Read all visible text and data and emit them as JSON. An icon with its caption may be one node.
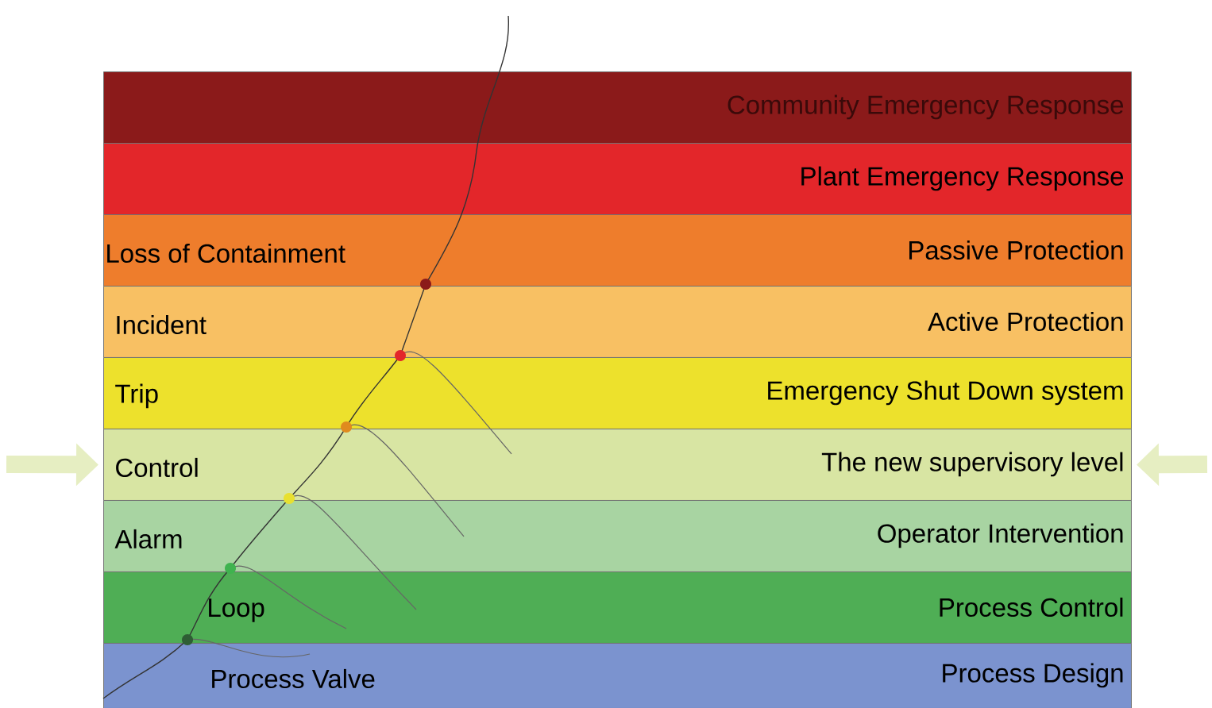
{
  "diagram": {
    "nodes": [
      {
        "text": [
          "Community Emergency Response"
        ]
      },
      {
        "text": [
          "Plant Emergency Response"
        ]
      },
      {
        "text": [
          "Loss of Containment",
          "Passive Protection"
        ]
      },
      {
        "text": [
          "Incident",
          "Active Protection"
        ]
      },
      {
        "text": [
          "Trip",
          "Emergency Shut Down system"
        ]
      },
      {
        "text": [
          "Control",
          "The new supervisory level"
        ]
      },
      {
        "text": [
          "Alarm",
          "Operator Intervention"
        ]
      },
      {
        "text": [
          "Loop",
          "Process Control"
        ]
      },
      {
        "text": [
          "Process Valve",
          "Process Design"
        ]
      }
    ],
    "edges": [
      {
        "from": null,
        "to": 5,
        "arrow": "to"
      },
      {
        "from": null,
        "to": 5,
        "arrow": "to"
      }
    ]
  }
}
